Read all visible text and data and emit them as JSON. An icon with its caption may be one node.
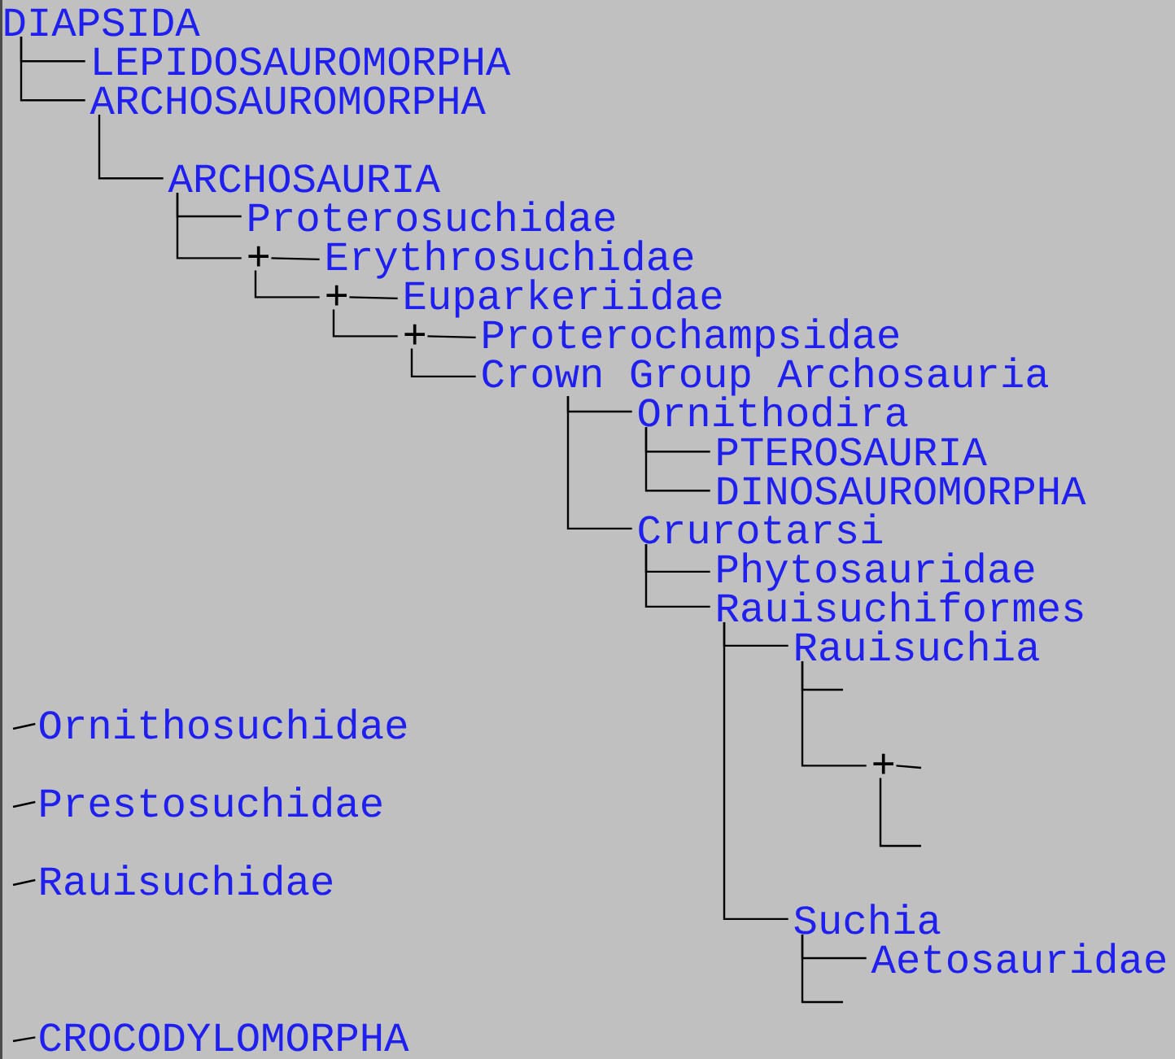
{
  "diagram": {
    "nodes": [
      {
        "text": [
          "DIAPSIDA"
        ]
      },
      {
        "text": [
          "LEPIDOSAUROMORPHA"
        ]
      },
      {
        "text": [
          "ARCHOSAUROMORPHA"
        ]
      },
      {
        "text": [
          "ARCHOSAURIA"
        ]
      },
      {
        "text": [
          "Proterosuchidae"
        ]
      },
      {
        "text": [
          "+"
        ]
      },
      {
        "text": [
          "Erythrosuchidae"
        ]
      },
      {
        "text": [
          "+"
        ]
      },
      {
        "text": [
          "Euparkeriidae"
        ]
      },
      {
        "text": [
          "+"
        ]
      },
      {
        "text": [
          "Proterochampsidae"
        ]
      },
      {
        "text": [
          "Crown Group Archosauria"
        ]
      },
      {
        "text": [
          "Ornithodira"
        ]
      },
      {
        "text": [
          "PTEROSAURIA"
        ]
      },
      {
        "text": [
          "DINOSAUROMORPHA"
        ]
      },
      {
        "text": [
          "Crurotarsi"
        ]
      },
      {
        "text": [
          "Phytosauridae"
        ]
      },
      {
        "text": [
          "Rauisuchiformes"
        ]
      },
      {
        "text": [
          "Rauisuchia"
        ]
      },
      {
        "text": [
          "+"
        ]
      },
      {
        "text": [
          "Ornithosuchidae"
        ]
      },
      {
        "text": [
          "Prestosuchidae"
        ]
      },
      {
        "text": [
          "Rauisuchidae"
        ]
      },
      {
        "text": [
          "Suchia"
        ]
      },
      {
        "text": [
          "Aetosauridae"
        ]
      },
      {
        "text": [
          "CROCODYLOMORPHA"
        ]
      }
    ],
    "edges": [
      {
        "from": 0,
        "to": 1,
        "arrow": "none"
      },
      {
        "from": 0,
        "to": 2,
        "arrow": "none"
      },
      {
        "from": 2,
        "to": 3,
        "arrow": "none"
      },
      {
        "from": 3,
        "to": 4,
        "arrow": "none"
      },
      {
        "from": 3,
        "to": 5,
        "arrow": "none"
      },
      {
        "from": 5,
        "to": 6,
        "arrow": "none"
      },
      {
        "from": 5,
        "to": 7,
        "arrow": "none"
      },
      {
        "from": 7,
        "to": 8,
        "arrow": "none"
      },
      {
        "from": 7,
        "to": 9,
        "arrow": "none"
      },
      {
        "from": 9,
        "to": 10,
        "arrow": "none"
      },
      {
        "from": 9,
        "to": 11,
        "arrow": "none"
      },
      {
        "from": 11,
        "to": 12,
        "arrow": "none"
      },
      {
        "from": 11,
        "to": 15,
        "arrow": "none"
      },
      {
        "from": 12,
        "to": 13,
        "arrow": "none"
      },
      {
        "from": 12,
        "to": 14,
        "arrow": "none"
      },
      {
        "from": 15,
        "to": 16,
        "arrow": "none"
      },
      {
        "from": 15,
        "to": 17,
        "arrow": "none"
      },
      {
        "from": 17,
        "to": 18,
        "arrow": "none"
      },
      {
        "from": 17,
        "to": 23,
        "arrow": "none"
      },
      {
        "from": 18,
        "to": null,
        "arrow": "none"
      },
      {
        "from": 18,
        "to": 19,
        "arrow": "none"
      },
      {
        "from": 19,
        "to": null,
        "arrow": "none"
      },
      {
        "from": 19,
        "to": null,
        "arrow": "none"
      },
      {
        "from": 23,
        "to": 24,
        "arrow": "none"
      },
      {
        "from": 23,
        "to": null,
        "arrow": "none"
      },
      {
        "from": null,
        "to": 20,
        "arrow": "none"
      },
      {
        "from": null,
        "to": 21,
        "arrow": "none"
      },
      {
        "from": null,
        "to": 22,
        "arrow": "none"
      },
      {
        "from": null,
        "to": 25,
        "arrow": "none"
      }
    ]
  }
}
